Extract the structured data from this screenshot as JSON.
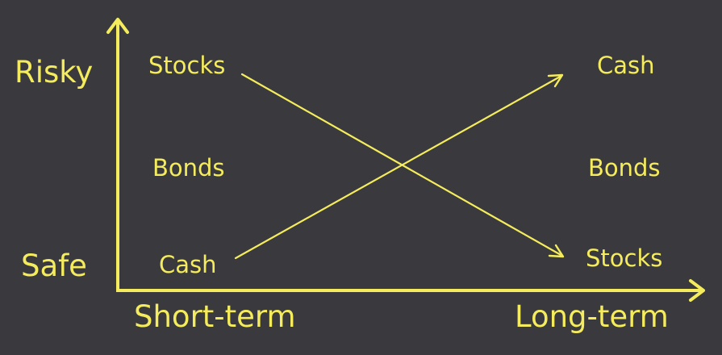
{
  "colors": {
    "background": "#3a393e",
    "foreground": "#f4ec5c"
  },
  "axes": {
    "y_top_label": "Risky",
    "y_bottom_label": "Safe",
    "x_left_label": "Short-term",
    "x_right_label": "Long-term"
  },
  "short_term": {
    "top": "Stocks",
    "middle": "Bonds",
    "bottom": "Cash"
  },
  "long_term": {
    "top": "Cash",
    "middle": "Bonds",
    "bottom": "Stocks"
  }
}
